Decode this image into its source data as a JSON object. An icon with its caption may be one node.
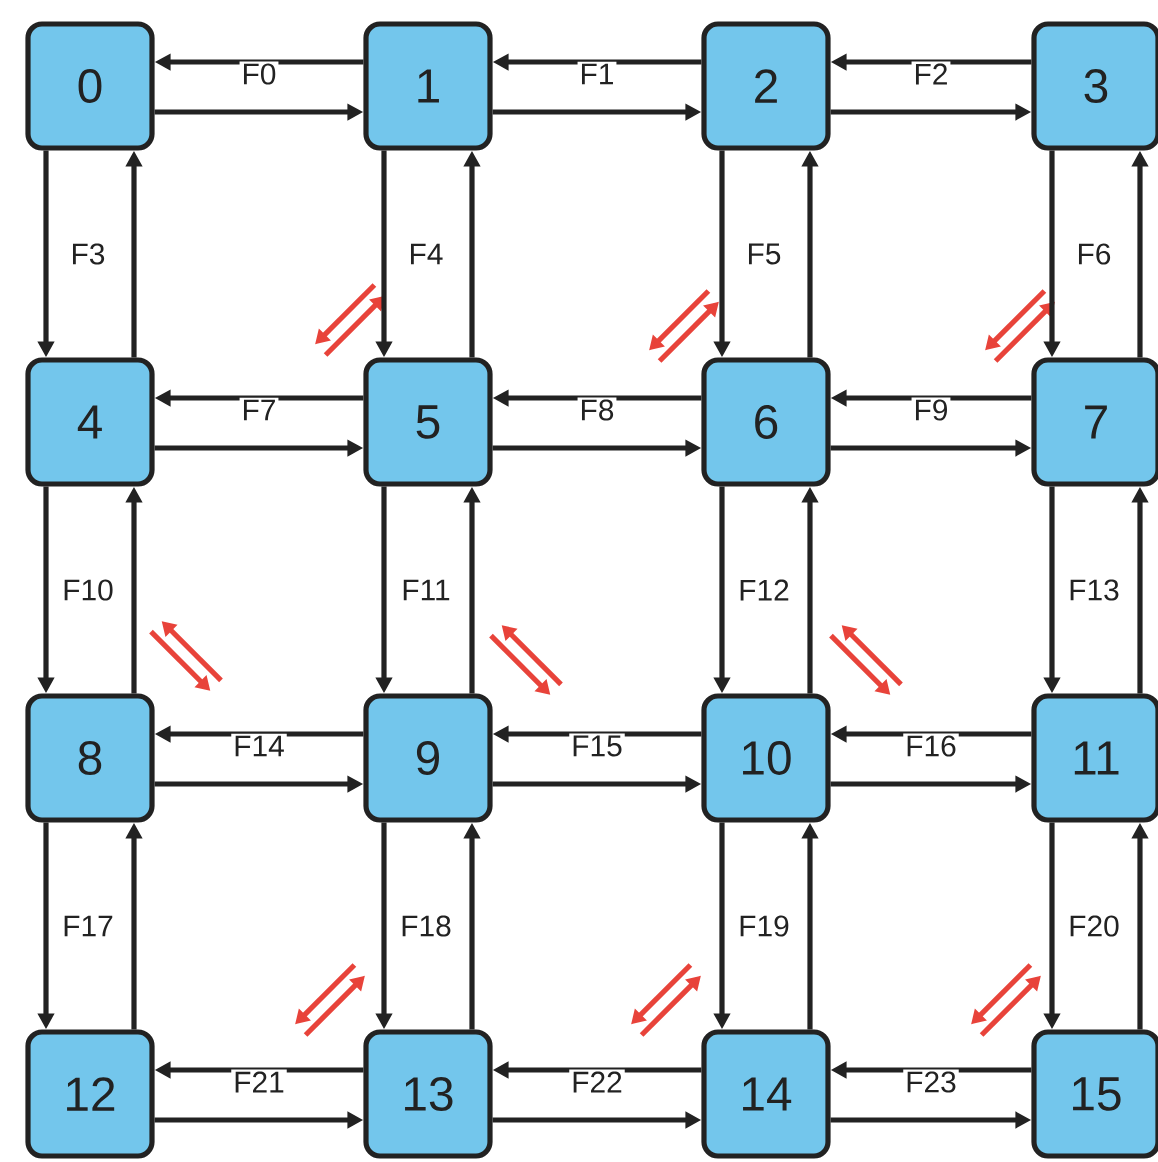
{
  "diagram": {
    "nodes": [
      {
        "text": [
          "0"
        ]
      },
      {
        "text": [
          "1"
        ]
      },
      {
        "text": [
          "2"
        ]
      },
      {
        "text": [
          "3"
        ]
      },
      {
        "text": [
          "4"
        ]
      },
      {
        "text": [
          "5"
        ]
      },
      {
        "text": [
          "6"
        ]
      },
      {
        "text": [
          "7"
        ]
      },
      {
        "text": [
          "8"
        ]
      },
      {
        "text": [
          "9"
        ]
      },
      {
        "text": [
          "10"
        ]
      },
      {
        "text": [
          "11"
        ]
      },
      {
        "text": [
          "12"
        ]
      },
      {
        "text": [
          "13"
        ]
      },
      {
        "text": [
          "14"
        ]
      },
      {
        "text": [
          "15"
        ]
      }
    ],
    "edges": [
      {
        "from": 1,
        "to": 0,
        "arrow": "to",
        "label": "F0"
      },
      {
        "from": 0,
        "to": 1,
        "arrow": "to"
      },
      {
        "from": 2,
        "to": 1,
        "arrow": "to",
        "label": "F1"
      },
      {
        "from": 1,
        "to": 2,
        "arrow": "to"
      },
      {
        "from": 3,
        "to": 2,
        "arrow": "to",
        "label": "F2"
      },
      {
        "from": 2,
        "to": 3,
        "arrow": "to"
      },
      {
        "from": 0,
        "to": 4,
        "arrow": "to",
        "label": "F3"
      },
      {
        "from": 4,
        "to": 0,
        "arrow": "to"
      },
      {
        "from": 1,
        "to": 5,
        "arrow": "to",
        "label": "F4"
      },
      {
        "from": 5,
        "to": 1,
        "arrow": "to"
      },
      {
        "from": 2,
        "to": 6,
        "arrow": "to",
        "label": "F5"
      },
      {
        "from": 6,
        "to": 2,
        "arrow": "to"
      },
      {
        "from": 3,
        "to": 7,
        "arrow": "to",
        "label": "F6"
      },
      {
        "from": 7,
        "to": 3,
        "arrow": "to"
      },
      {
        "from": 5,
        "to": 4,
        "arrow": "to",
        "label": "F7"
      },
      {
        "from": 4,
        "to": 5,
        "arrow": "to"
      },
      {
        "from": 6,
        "to": 5,
        "arrow": "to",
        "label": "F8"
      },
      {
        "from": 5,
        "to": 6,
        "arrow": "to"
      },
      {
        "from": 7,
        "to": 6,
        "arrow": "to",
        "label": "F9"
      },
      {
        "from": 6,
        "to": 7,
        "arrow": "to"
      },
      {
        "from": 4,
        "to": 8,
        "arrow": "to",
        "label": "F10"
      },
      {
        "from": 8,
        "to": 4,
        "arrow": "to"
      },
      {
        "from": 5,
        "to": 9,
        "arrow": "to",
        "label": "F11"
      },
      {
        "from": 9,
        "to": 5,
        "arrow": "to"
      },
      {
        "from": 6,
        "to": 10,
        "arrow": "to",
        "label": "F12"
      },
      {
        "from": 10,
        "to": 6,
        "arrow": "to"
      },
      {
        "from": 7,
        "to": 11,
        "arrow": "to",
        "label": "F13"
      },
      {
        "from": 11,
        "to": 7,
        "arrow": "to"
      },
      {
        "from": 9,
        "to": 8,
        "arrow": "to",
        "label": "F14"
      },
      {
        "from": 8,
        "to": 9,
        "arrow": "to"
      },
      {
        "from": 10,
        "to": 9,
        "arrow": "to",
        "label": "F15"
      },
      {
        "from": 9,
        "to": 10,
        "arrow": "to"
      },
      {
        "from": 11,
        "to": 10,
        "arrow": "to",
        "label": "F16"
      },
      {
        "from": 10,
        "to": 11,
        "arrow": "to"
      },
      {
        "from": 8,
        "to": 12,
        "arrow": "to",
        "label": "F17"
      },
      {
        "from": 12,
        "to": 8,
        "arrow": "to"
      },
      {
        "from": 9,
        "to": 13,
        "arrow": "to",
        "label": "F18"
      },
      {
        "from": 13,
        "to": 9,
        "arrow": "to"
      },
      {
        "from": 10,
        "to": 14,
        "arrow": "to",
        "label": "F19"
      },
      {
        "from": 14,
        "to": 10,
        "arrow": "to"
      },
      {
        "from": 11,
        "to": 15,
        "arrow": "to",
        "label": "F20"
      },
      {
        "from": 15,
        "to": 11,
        "arrow": "to"
      },
      {
        "from": 13,
        "to": 12,
        "arrow": "to",
        "label": "F21"
      },
      {
        "from": 12,
        "to": 13,
        "arrow": "to"
      },
      {
        "from": 14,
        "to": 13,
        "arrow": "to",
        "label": "F22"
      },
      {
        "from": 13,
        "to": 14,
        "arrow": "to"
      },
      {
        "from": 15,
        "to": 14,
        "arrow": "to",
        "label": "F23"
      },
      {
        "from": 14,
        "to": 15,
        "arrow": "to"
      }
    ]
  }
}
